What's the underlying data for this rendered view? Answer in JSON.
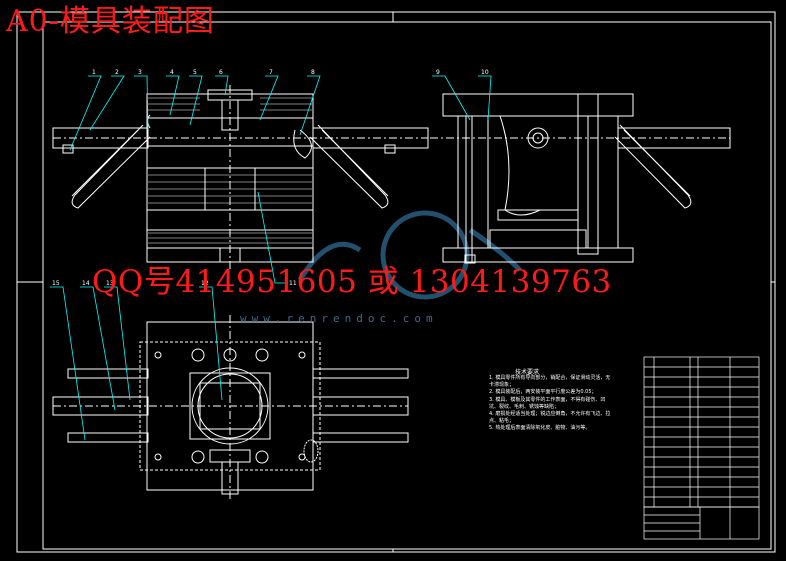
{
  "title": "A0-模具装配图",
  "contact_overlay": "QQ号414951605 或 1304139763",
  "watermark_url": "www.renrendoc.com",
  "callouts_top": [
    "1",
    "2",
    "3",
    "4",
    "5",
    "6",
    "7",
    "8",
    "9",
    "10"
  ],
  "callouts_bottom": [
    "15",
    "14",
    "13",
    "12",
    "11"
  ],
  "tech_requirements": {
    "title": "技术要求",
    "notes": [
      "1. 模具零件所有导向部分，销配合，保证滑动灵活，无卡滞现象；",
      "2. 模具装配后，两安装平面平行度公差为0.05；",
      "3. 模具、模板及其零件的工作表面，不得有碰伤、凹坑、裂纹、毛刺、锈蚀等缺陷；",
      "4. 磨损处经适当处理；锐边应倒角，不允许有飞边、拉点、粘毛；",
      "5. 热处理后表面清除氧化皮、脏物、油污等。"
    ]
  },
  "colors": {
    "background": "#000000",
    "lines": "#ffffff",
    "callout_leaders": "#00ffff",
    "overlay_text": "#ff1a1a",
    "watermark": "#3a6b8c"
  }
}
